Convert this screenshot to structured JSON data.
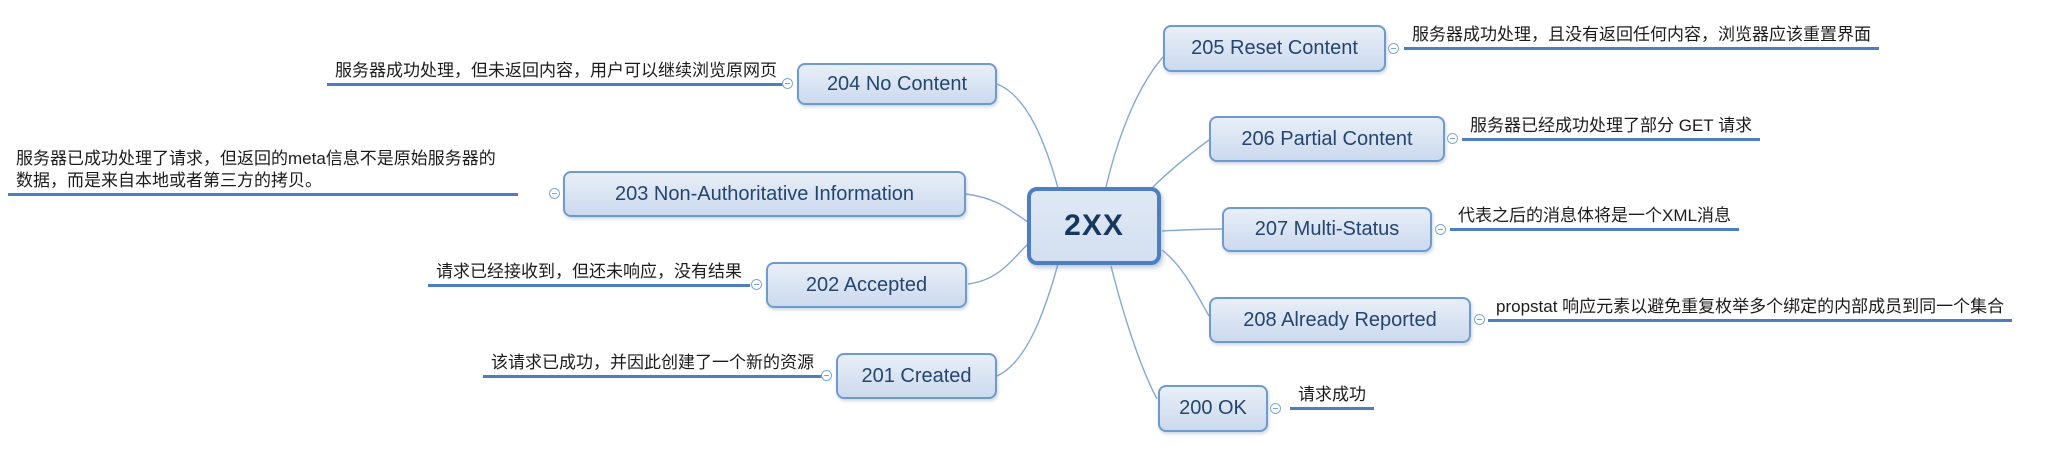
{
  "app": {
    "type": "mindmap",
    "subject": "HTTP 2XX status codes"
  },
  "colors": {
    "root_fill": "#d9e3f2",
    "root_border": "#4d7ebf",
    "topic_fill_top": "#e9eff8",
    "topic_fill_bottom": "#ccdaee",
    "topic_border": "#6f9ad0",
    "topic_text": "#24456f",
    "root_text": "#17375e",
    "note_text": "#1c1c1c",
    "note_underline": "#4d7ec0",
    "branch_line": "#85a9d6"
  },
  "root": {
    "label": "2XX"
  },
  "branches": {
    "left": [
      {
        "id": "204",
        "label": "204 No Content",
        "note": "服务器成功处理，但未返回内容，用户可以继续浏览原网页"
      },
      {
        "id": "203",
        "label": "203 Non-Authoritative Information",
        "note": "服务器已成功处理了请求，但返回的meta信息不是原始服务器的数据，而是来自本地或者第三方的拷贝。"
      },
      {
        "id": "202",
        "label": "202 Accepted",
        "note": "请求已经接收到，但还未响应，没有结果"
      },
      {
        "id": "201",
        "label": "201 Created",
        "note": "该请求已成功，并因此创建了一个新的资源"
      }
    ],
    "right": [
      {
        "id": "205",
        "label": "205 Reset Content",
        "note": "服务器成功处理，且没有返回任何内容，浏览器应该重置界面"
      },
      {
        "id": "206",
        "label": "206 Partial Content",
        "note": "服务器已经成功处理了部分 GET 请求"
      },
      {
        "id": "207",
        "label": "207 Multi-Status",
        "note": "代表之后的消息体将是一个XML消息"
      },
      {
        "id": "208",
        "label": "208 Already Reported",
        "note": "propstat 响应元素以避免重复枚举多个绑定的内部成员到同一个集合"
      },
      {
        "id": "200",
        "label": "200 OK",
        "note": "请求成功"
      }
    ]
  }
}
